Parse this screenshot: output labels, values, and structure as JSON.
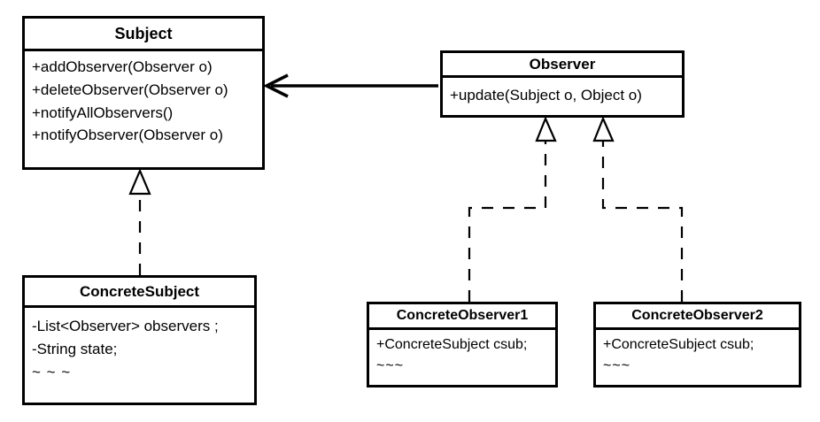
{
  "diagram": {
    "title": "Observer Pattern UML Class Diagram",
    "type": "uml-class-diagram",
    "background_color": "#ffffff",
    "line_color": "#000000",
    "text_color": "#000000"
  },
  "classes": {
    "subject": {
      "name": "Subject",
      "members": [
        "+addObserver(Observer o)",
        "+deleteObserver(Observer o)",
        "+notifyAllObservers()",
        "+notifyObserver(Observer o)"
      ]
    },
    "observer": {
      "name": "Observer",
      "members": [
        "+update(Subject o, Object o)"
      ]
    },
    "concrete_subject": {
      "name": "ConcreteSubject",
      "members": [
        "-List<Observer> observers ;",
        "-String state;",
        "~ ~ ~"
      ]
    },
    "concrete_observer_1": {
      "name": "ConcreteObserver1",
      "members": [
        "+ConcreteSubject  csub;",
        "~~~"
      ]
    },
    "concrete_observer_2": {
      "name": "ConcreteObserver2",
      "members": [
        "+ConcreteSubject  csub;",
        "~~~"
      ]
    }
  },
  "relationships": [
    {
      "id": "observer-to-subject",
      "kind": "association",
      "line_style": "solid",
      "arrowhead": "open",
      "from": "Observer",
      "to": "Subject"
    },
    {
      "id": "concrete-subject-realizes-subject",
      "kind": "realization",
      "line_style": "dashed",
      "arrowhead": "hollow-triangle",
      "from": "ConcreteSubject",
      "to": "Subject"
    },
    {
      "id": "concrete-observer-1-realizes-observer",
      "kind": "realization",
      "line_style": "dashed",
      "arrowhead": "hollow-triangle",
      "from": "ConcreteObserver1",
      "to": "Observer"
    },
    {
      "id": "concrete-observer-2-realizes-observer",
      "kind": "realization",
      "line_style": "dashed",
      "arrowhead": "hollow-triangle",
      "from": "ConcreteObserver2",
      "to": "Observer"
    }
  ]
}
